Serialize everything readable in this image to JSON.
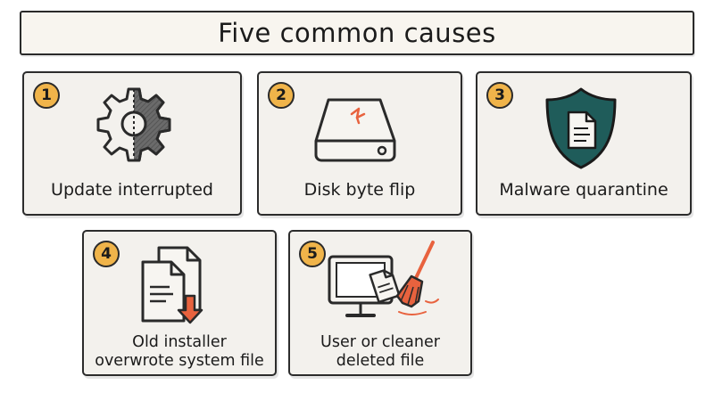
{
  "title": "Five common causes",
  "causes": [
    {
      "number": "1",
      "label": "Update interrupted",
      "icon": "gear-icon"
    },
    {
      "number": "2",
      "label": "Disk byte flip",
      "icon": "hard-drive-icon"
    },
    {
      "number": "3",
      "label": "Malware quarantine",
      "icon": "shield-document-icon"
    },
    {
      "number": "4",
      "label_lines": [
        "Old installer",
        "overwrote system file"
      ],
      "icon": "document-overwrite-icon"
    },
    {
      "number": "5",
      "label_lines": [
        "User or cleaner",
        "deleted file"
      ],
      "icon": "monitor-broom-icon"
    }
  ],
  "colors": {
    "badge": "#f0b44a",
    "accent_orange": "#e8623e",
    "shield": "#1f5c5a",
    "card_background": "#f3f1ed",
    "outline": "#2c2c2c"
  }
}
